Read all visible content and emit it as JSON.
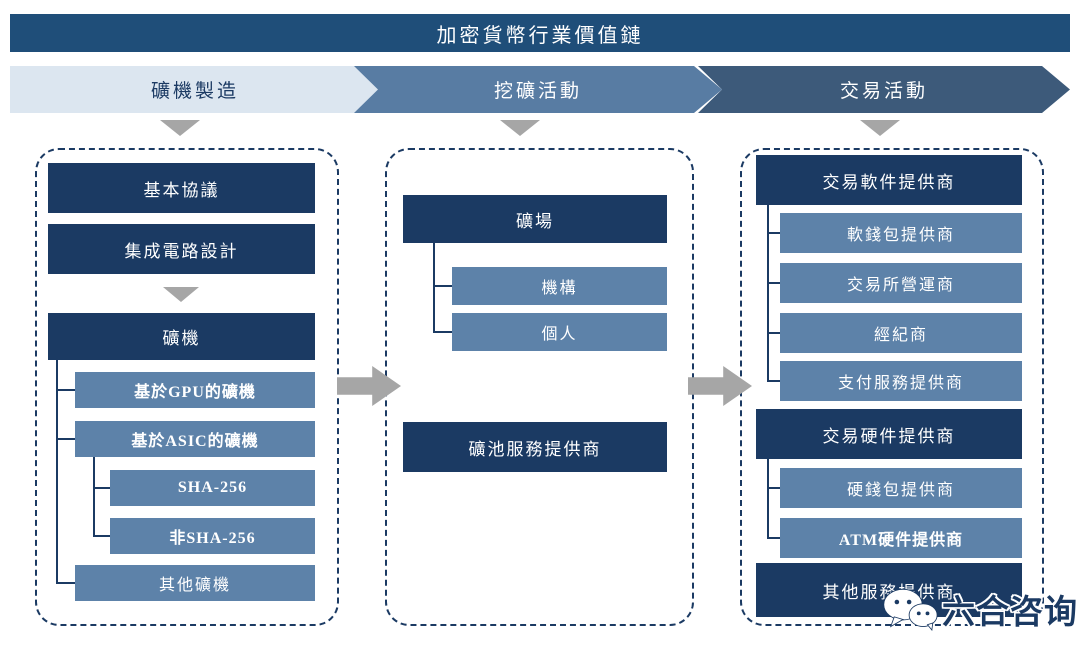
{
  "header": {
    "title": "加密貨幣行業價值鏈"
  },
  "stages": [
    {
      "label": "礦機製造"
    },
    {
      "label": "挖礦活動"
    },
    {
      "label": "交易活動"
    }
  ],
  "manufacturing": {
    "basic_protocol": "基本協議",
    "ic_design": "集成電路設計",
    "miner": "礦機",
    "gpu_miner": "基於GPU的礦機",
    "asic_miner": "基於ASIC的礦機",
    "sha256": "SHA-256",
    "non_sha256": "非SHA-256",
    "other_miner": "其他礦機"
  },
  "mining": {
    "farm": "礦場",
    "institution": "機構",
    "individual": "個人",
    "pool_provider": "礦池服務提供商"
  },
  "trading": {
    "software_provider": "交易軟件提供商",
    "soft_wallet": "軟錢包提供商",
    "exchange_operator": "交易所營運商",
    "broker": "經紀商",
    "payment_provider": "支付服務提供商",
    "hardware_provider": "交易硬件提供商",
    "hard_wallet": "硬錢包提供商",
    "atm_provider": "ATM硬件提供商",
    "other_provider": "其他服務提供商"
  },
  "watermark": {
    "text": "六合咨询",
    "icon": "wechat-icon"
  },
  "colors": {
    "dark_navy": "#1b3a63",
    "steel_blue": "#5d82a9",
    "title_bar_bg": "#1f4e79",
    "stage1_bg": "#dce6f0",
    "stage2_bg": "#587ca3",
    "stage3_bg": "#3d5a7a",
    "arrow_gray": "#a6a6a6"
  }
}
